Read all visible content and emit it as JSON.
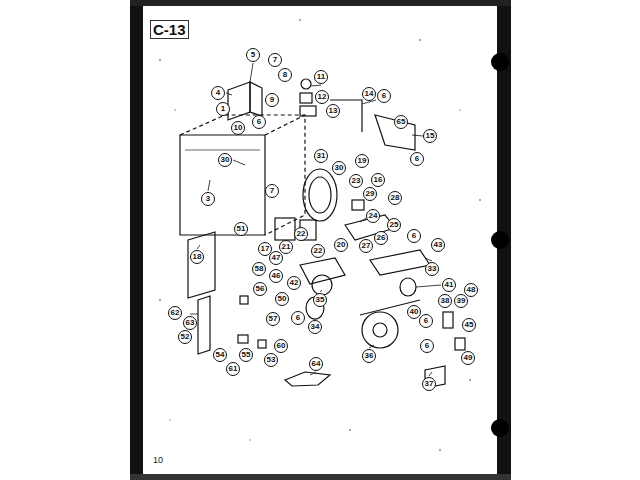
{
  "diagram": {
    "title": "C-13",
    "labels": [
      "5",
      "7",
      "8",
      "4",
      "9",
      "11",
      "12",
      "1",
      "6",
      "13",
      "14",
      "6",
      "65",
      "15",
      "10",
      "6",
      "30",
      "31",
      "30",
      "19",
      "23",
      "29",
      "16",
      "28",
      "3",
      "7",
      "24",
      "25",
      "26",
      "27",
      "6",
      "43",
      "51",
      "18",
      "17",
      "21",
      "22",
      "22",
      "20",
      "47",
      "33",
      "58",
      "46",
      "42",
      "41",
      "56",
      "50",
      "35",
      "48",
      "6",
      "62",
      "63",
      "57",
      "40",
      "38",
      "39",
      "45",
      "52",
      "34",
      "6",
      "36",
      "55",
      "53",
      "54",
      "60",
      "61",
      "6",
      "49",
      "37",
      "64",
      "10"
    ]
  }
}
